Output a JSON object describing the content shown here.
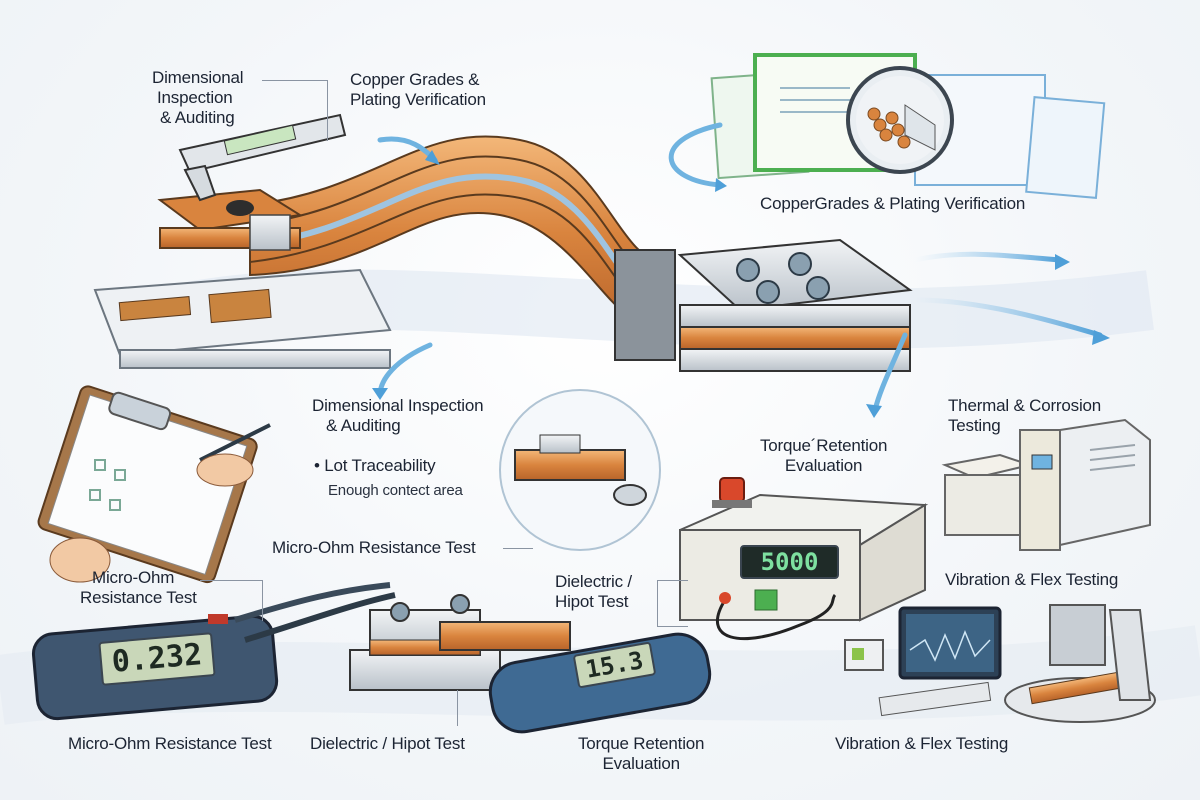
{
  "labels": {
    "top_left_dim": [
      "Dimensional",
      "Inspection",
      "& Auditing"
    ],
    "top_copper": [
      "Copper Grades &",
      "Plating Verification"
    ],
    "right_copper": "CopperGrades & Plating Verification",
    "mid_dim": [
      "Dimensional Inspection",
      "& Auditing"
    ],
    "lot_traceability": "Lot Traceability",
    "contact_area": "Enough contect area",
    "mid_micro_ohm": "Micro-Ohm Resistance Test",
    "left_micro_ohm": [
      "Micro-Ohm",
      "Resistance Test"
    ],
    "mid_torque": [
      "Torque´Retention",
      "Evaluation"
    ],
    "thermal": [
      "Thermal & Corrosion",
      "Testing"
    ],
    "dielectric": [
      "Dielectric /",
      "Hipot Test"
    ],
    "right_vibration": "Vibration & Flex Testing"
  },
  "captions": {
    "micro_ohm": "Micro-Ohm Resistance Test",
    "dielectric": "Dielectric / Hipot Test",
    "torque": [
      "Torque Retention",
      "Evaluation"
    ],
    "vibration": "Vibration & Flex Testing"
  },
  "readouts": {
    "micro_ohm_meter": "0.232",
    "torque_wrench": "15.3",
    "hipot_tester": "5000"
  },
  "colors": {
    "copper": "#d9843e",
    "copper_light": "#f0b070",
    "steel": "#c8cfd6",
    "arrow_blue": "#6fb3e0",
    "cert_green": "#4caf50",
    "ink": "#1c2433"
  }
}
